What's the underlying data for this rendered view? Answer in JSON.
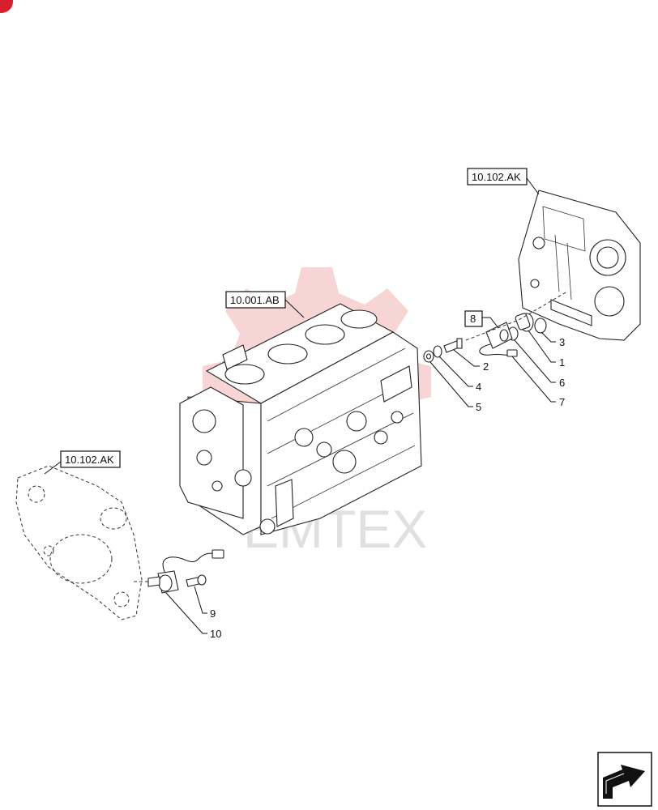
{
  "refs": {
    "ref_top_right": "10.102.AK",
    "ref_block": "10.001.AB",
    "ref_left": "10.102.AK",
    "ref_8": "8"
  },
  "callouts": {
    "c1": "1",
    "c2": "2",
    "c3": "3",
    "c4": "4",
    "c5": "5",
    "c6": "6",
    "c7": "7",
    "c9": "9",
    "c10": "10"
  },
  "watermark": "EMTEX",
  "colors": {
    "watermark_gear": "#f3b3b3",
    "badge": "#d81e2c"
  },
  "icons": {
    "nav": "arrow-next-icon",
    "badge": "corner-badge-icon"
  }
}
